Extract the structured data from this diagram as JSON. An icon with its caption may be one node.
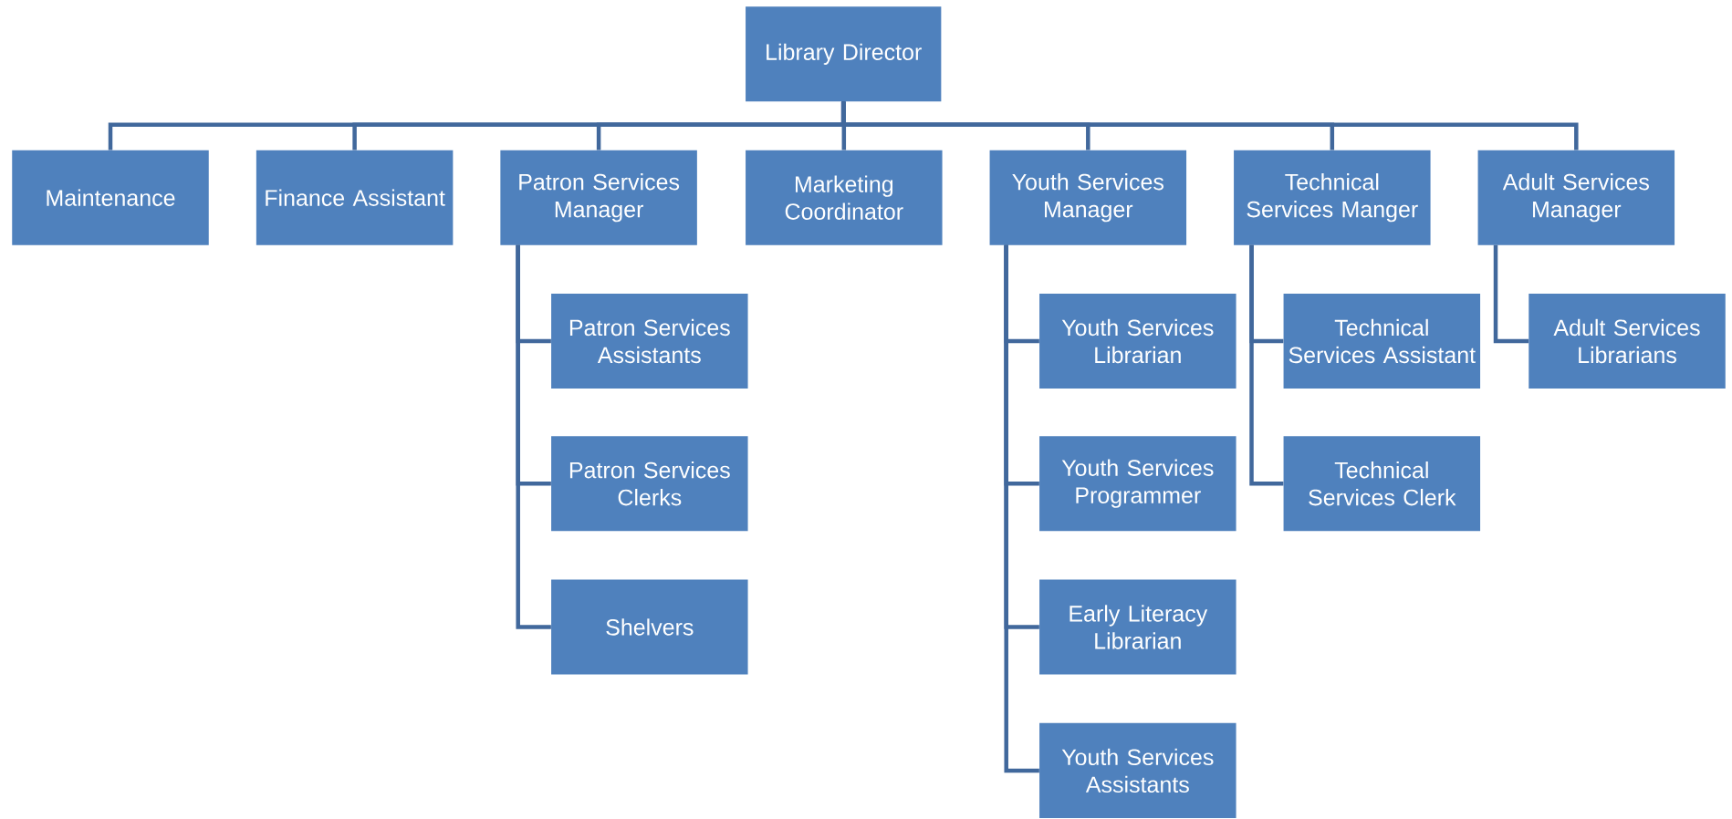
{
  "diagram": {
    "nodes": [
      {
        "text": [
          "Library Director"
        ]
      },
      {
        "text": [
          "Maintenance"
        ]
      },
      {
        "text": [
          "Finance Assistant"
        ]
      },
      {
        "text": [
          "Patron Services Manager"
        ]
      },
      {
        "text": [
          "Marketing Coordinator"
        ]
      },
      {
        "text": [
          "Youth Services Manager"
        ]
      },
      {
        "text": [
          "Technical Services Manger"
        ]
      },
      {
        "text": [
          "Adult Services Manager"
        ]
      },
      {
        "text": [
          "Patron Services Assistants"
        ]
      },
      {
        "text": [
          "Patron Services Clerks"
        ]
      },
      {
        "text": [
          "Shelvers"
        ]
      },
      {
        "text": [
          "Youth Services Librarian"
        ]
      },
      {
        "text": [
          "Youth Services Programmer"
        ]
      },
      {
        "text": [
          "Early Literacy Librarian"
        ]
      },
      {
        "text": [
          "Youth Services Assistants"
        ]
      },
      {
        "text": [
          "Technical Services Assistant"
        ]
      },
      {
        "text": [
          "Technical Services Clerk"
        ]
      },
      {
        "text": [
          "Adult Services Librarians"
        ]
      }
    ],
    "edges": [
      {
        "from": 0,
        "to": 1,
        "arrow": "none"
      },
      {
        "from": 0,
        "to": 2,
        "arrow": "none"
      },
      {
        "from": 0,
        "to": 3,
        "arrow": "none"
      },
      {
        "from": 0,
        "to": 4,
        "arrow": "none"
      },
      {
        "from": 0,
        "to": 5,
        "arrow": "none"
      },
      {
        "from": 0,
        "to": 6,
        "arrow": "none"
      },
      {
        "from": 0,
        "to": 7,
        "arrow": "none"
      },
      {
        "from": 3,
        "to": 8,
        "arrow": "none"
      },
      {
        "from": 3,
        "to": 9,
        "arrow": "none"
      },
      {
        "from": 3,
        "to": 10,
        "arrow": "none"
      },
      {
        "from": 5,
        "to": 11,
        "arrow": "none"
      },
      {
        "from": 5,
        "to": 12,
        "arrow": "none"
      },
      {
        "from": 5,
        "to": 13,
        "arrow": "none"
      },
      {
        "from": 5,
        "to": 14,
        "arrow": "none"
      },
      {
        "from": 6,
        "to": 15,
        "arrow": "none"
      },
      {
        "from": 6,
        "to": 16,
        "arrow": "none"
      },
      {
        "from": 7,
        "to": 17,
        "arrow": "none"
      }
    ]
  }
}
